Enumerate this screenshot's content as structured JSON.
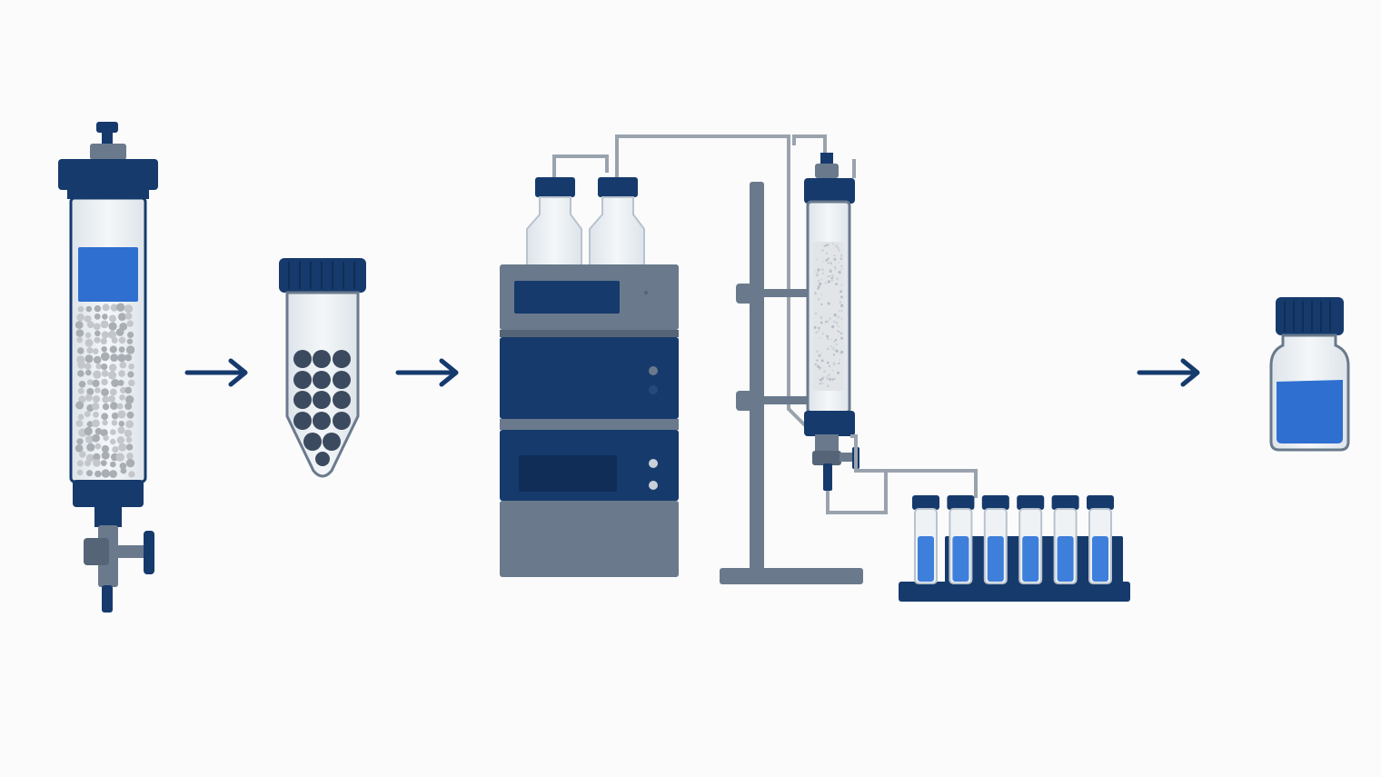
{
  "colors": {
    "navy": "#163a6c",
    "navy_dark": "#0f2d57",
    "slate": "#6a7a8c",
    "slate_dark": "#556577",
    "gray_tube": "#9aa3ad",
    "glass": "#e9eef3",
    "glass_edge": "#b9c3cd",
    "liquid_blue": "#2f6fd0",
    "liquid_light": "#3f7fdc",
    "bead_gray": "#a9aeb4",
    "bead_dark": "#3b4a5e",
    "silica": "#e2e5e8",
    "background": "#fbfbfc"
  },
  "steps": [
    {
      "id": "packed-column",
      "icon": "chromatography-column-icon"
    },
    {
      "id": "bead-tube",
      "icon": "centrifuge-tube-icon"
    },
    {
      "id": "hplc-system",
      "icon": "hplc-instrument-icon"
    },
    {
      "id": "fraction-collector",
      "icon": "fraction-collector-icon"
    },
    {
      "id": "product-vial",
      "icon": "sample-vial-icon"
    }
  ],
  "flow_arrows": 3,
  "fraction_tubes": 6,
  "solvent_bottles": 2
}
